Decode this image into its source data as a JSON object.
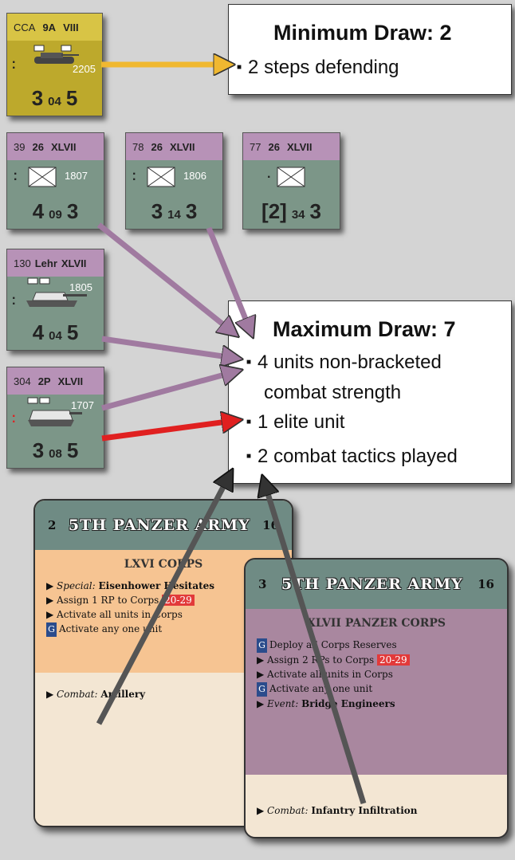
{
  "counters": {
    "cca": {
      "top_id": "CCA",
      "top_div": "9A",
      "top_corps": "VIII",
      "number": "2205",
      "attack": "3",
      "move": "04",
      "defense": "5"
    },
    "u39": {
      "top_id": "39",
      "top_div": "26",
      "top_corps": "XLVII",
      "number": "1807",
      "attack": "4",
      "move": "09",
      "defense": "3"
    },
    "u78": {
      "top_id": "78",
      "top_div": "26",
      "top_corps": "XLVII",
      "number": "1806",
      "attack": "3",
      "move": "14",
      "defense": "3"
    },
    "u77": {
      "top_id": "77",
      "top_div": "26",
      "top_corps": "XLVII",
      "attack": "[2]",
      "move": "34",
      "defense": "3"
    },
    "u130": {
      "top_id": "130",
      "top_div": "Lehr",
      "top_corps": "XLVII",
      "number": "1805",
      "attack": "4",
      "move": "04",
      "defense": "5"
    },
    "u304": {
      "top_id": "304",
      "top_div": "2P",
      "top_corps": "XLVII",
      "number": "1707",
      "attack": "3",
      "move": "08",
      "defense": "5"
    }
  },
  "min_box": {
    "title": "Minimum Draw: 2",
    "items": [
      "2 steps defending"
    ]
  },
  "max_box": {
    "title": "Maximum Draw: 7",
    "items": [
      "4 units non-bracketed",
      "combat strength",
      "1 elite unit",
      "2 combat tactics played"
    ]
  },
  "card1": {
    "number": "2",
    "army": "5TH PANZER ARMY",
    "value": "16",
    "corps": "LXVI CORPS",
    "special_label": "Special:",
    "special_text": "Eisenhower Hesitates",
    "line2": "Assign 1 RP  to Corps",
    "line2_tag": "20-29",
    "line3": "Activate all units in Corps",
    "line4": "Activate any one unit",
    "g": "G",
    "combat_label": "Combat:",
    "combat_text": "Artillery"
  },
  "card2": {
    "number": "3",
    "army": "5TH PANZER ARMY",
    "value": "16",
    "corps": "XLVII PANZER CORPS",
    "line1": "Deploy all Corps Reserves",
    "line2": "Assign 2 RPs to Corps",
    "line2_tag": "20-29",
    "line3": "Activate all units in Corps",
    "line4": "Activate any one unit",
    "event_label": "Event:",
    "event_text": "Bridge Engineers",
    "g": "G",
    "combat_label": "Combat:",
    "combat_text": "Infantry Infiltration"
  },
  "colors": {
    "counter_green": "#7c9688",
    "counter_purple": "#b792b7",
    "counter_gold": "#bda92c",
    "arrow_gold": "#f0b830",
    "arrow_purple": "#a07aa0",
    "arrow_red": "#e02020",
    "arrow_dark": "#333333",
    "card1_body": "#f6c492",
    "card2_body": "#a9879f"
  }
}
